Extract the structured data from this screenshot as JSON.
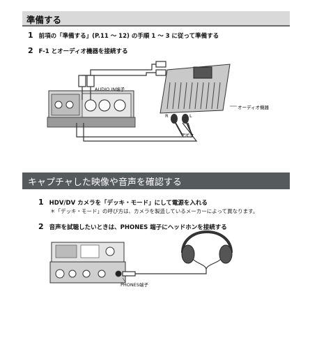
{
  "section1": {
    "title": "準備する",
    "step1": {
      "num": "1",
      "text": "前項の「準備する」(P.11 ～ 12) の手順 1 ～ 3 に従って準備する"
    },
    "step2": {
      "num": "2",
      "text": "F-1 とオーディオ機器を接続する"
    }
  },
  "diagram1": {
    "audio_in_label": "AUDIO IN端子",
    "mixer_label": "オーディオ機器",
    "mic_label": "マイク",
    "mic_r": "R",
    "mic_l": "L"
  },
  "section2": {
    "title": "キャプチャした映像や音声を確認する",
    "step1": {
      "num": "1",
      "text": "HDV/DV カメラを「デッキ・モード」にして電源を入れる"
    },
    "step1_note": "＊「デッキ・モード」の呼び方は、カメラを製造しているメーカーによって異なります。",
    "step2": {
      "num": "2",
      "text": "音声を試聴したいときは、PHONES 端子にヘッドホンを接続する"
    }
  },
  "diagram2": {
    "phones_label": "PHONES端子"
  }
}
